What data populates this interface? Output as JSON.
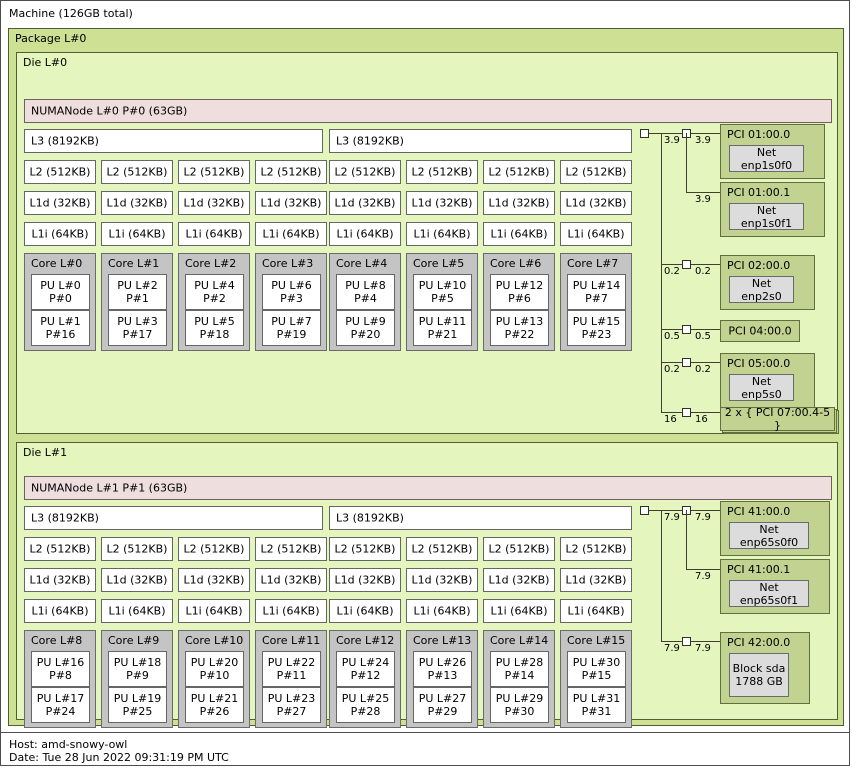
{
  "machine": {
    "title": "Machine (126GB total)"
  },
  "package": {
    "title": "Package L#0"
  },
  "dies": [
    {
      "title": "Die L#0",
      "numa": "NUMANode L#0 P#0 (63GB)",
      "l3": [
        "L3 (8192KB)",
        "L3 (8192KB)"
      ],
      "l2": [
        "L2 (512KB)",
        "L2 (512KB)",
        "L2 (512KB)",
        "L2 (512KB)",
        "L2 (512KB)",
        "L2 (512KB)",
        "L2 (512KB)",
        "L2 (512KB)"
      ],
      "l1d": [
        "L1d (32KB)",
        "L1d (32KB)",
        "L1d (32KB)",
        "L1d (32KB)",
        "L1d (32KB)",
        "L1d (32KB)",
        "L1d (32KB)",
        "L1d (32KB)"
      ],
      "l1i": [
        "L1i (64KB)",
        "L1i (64KB)",
        "L1i (64KB)",
        "L1i (64KB)",
        "L1i (64KB)",
        "L1i (64KB)",
        "L1i (64KB)",
        "L1i (64KB)"
      ],
      "cores": [
        {
          "title": "Core L#0",
          "pus": [
            "PU L#0\nP#0",
            "PU L#1\nP#16"
          ]
        },
        {
          "title": "Core L#1",
          "pus": [
            "PU L#2\nP#1",
            "PU L#3\nP#17"
          ]
        },
        {
          "title": "Core L#2",
          "pus": [
            "PU L#4\nP#2",
            "PU L#5\nP#18"
          ]
        },
        {
          "title": "Core L#3",
          "pus": [
            "PU L#6\nP#3",
            "PU L#7\nP#19"
          ]
        },
        {
          "title": "Core L#4",
          "pus": [
            "PU L#8\nP#4",
            "PU L#9\nP#20"
          ]
        },
        {
          "title": "Core L#5",
          "pus": [
            "PU L#10\nP#5",
            "PU L#11\nP#21"
          ]
        },
        {
          "title": "Core L#6",
          "pus": [
            "PU L#12\nP#6",
            "PU L#13\nP#22"
          ]
        },
        {
          "title": "Core L#7",
          "pus": [
            "PU L#14\nP#7",
            "PU L#15\nP#23"
          ]
        }
      ]
    },
    {
      "title": "Die L#1",
      "numa": "NUMANode L#1 P#1 (63GB)",
      "l3": [
        "L3 (8192KB)",
        "L3 (8192KB)"
      ],
      "l2": [
        "L2 (512KB)",
        "L2 (512KB)",
        "L2 (512KB)",
        "L2 (512KB)",
        "L2 (512KB)",
        "L2 (512KB)",
        "L2 (512KB)",
        "L2 (512KB)"
      ],
      "l1d": [
        "L1d (32KB)",
        "L1d (32KB)",
        "L1d (32KB)",
        "L1d (32KB)",
        "L1d (32KB)",
        "L1d (32KB)",
        "L1d (32KB)",
        "L1d (32KB)"
      ],
      "l1i": [
        "L1i (64KB)",
        "L1i (64KB)",
        "L1i (64KB)",
        "L1i (64KB)",
        "L1i (64KB)",
        "L1i (64KB)",
        "L1i (64KB)",
        "L1i (64KB)"
      ],
      "cores": [
        {
          "title": "Core L#8",
          "pus": [
            "PU L#16\nP#8",
            "PU L#17\nP#24"
          ]
        },
        {
          "title": "Core L#9",
          "pus": [
            "PU L#18\nP#9",
            "PU L#19\nP#25"
          ]
        },
        {
          "title": "Core L#10",
          "pus": [
            "PU L#20\nP#10",
            "PU L#21\nP#26"
          ]
        },
        {
          "title": "Core L#11",
          "pus": [
            "PU L#22\nP#11",
            "PU L#23\nP#27"
          ]
        },
        {
          "title": "Core L#12",
          "pus": [
            "PU L#24\nP#12",
            "PU L#25\nP#28"
          ]
        },
        {
          "title": "Core L#13",
          "pus": [
            "PU L#26\nP#13",
            "PU L#27\nP#29"
          ]
        },
        {
          "title": "Core L#14",
          "pus": [
            "PU L#28\nP#14",
            "PU L#29\nP#30"
          ]
        },
        {
          "title": "Core L#15",
          "pus": [
            "PU L#30\nP#15",
            "PU L#31\nP#31"
          ]
        }
      ]
    }
  ],
  "io": {
    "die0": [
      {
        "pci": "PCI 01:00.0",
        "osdev": "Net enp1s0f0",
        "bw_left": "3.9",
        "bw_right": "3.9"
      },
      {
        "pci": "PCI 01:00.1",
        "osdev": "Net enp1s0f1",
        "bw_left": "",
        "bw_right": "3.9"
      },
      {
        "pci": "PCI 02:00.0",
        "osdev": "Net enp2s0",
        "bw_left": "0.2",
        "bw_right": "0.2"
      },
      {
        "pci": "PCI 04:00.0",
        "osdev": "",
        "bw_left": "0.5",
        "bw_right": "0.5"
      },
      {
        "pci": "PCI 05:00.0",
        "osdev": "Net enp5s0",
        "bw_left": "0.2",
        "bw_right": "0.2"
      },
      {
        "pci": "2 x { PCI 07:00.4-5 }",
        "osdev": "",
        "bw_left": "16",
        "bw_right": "16"
      }
    ],
    "die1": [
      {
        "pci": "PCI 41:00.0",
        "osdev": "Net enp65s0f0",
        "bw_left": "7.9",
        "bw_right": "7.9"
      },
      {
        "pci": "PCI 41:00.1",
        "osdev": "Net enp65s0f1",
        "bw_left": "",
        "bw_right": "7.9"
      },
      {
        "pci": "PCI 42:00.0",
        "osdev": "Block sda\n1788 GB",
        "bw_left": "7.9",
        "bw_right": "7.9"
      }
    ]
  },
  "footer": {
    "host": "Host: amd-snowy-owl",
    "date": "Date: Tue 28 Jun 2022 09:31:19 PM UTC"
  },
  "colors": {
    "package": "#cde094",
    "die": "#e4f5bd",
    "numa": "#efdede",
    "cache": "#ffffff",
    "core": "#c4c4c4",
    "pu": "#ffffff",
    "pci": "#c2d291",
    "osdev": "#dcdcdc",
    "border": "#4f5f34"
  }
}
